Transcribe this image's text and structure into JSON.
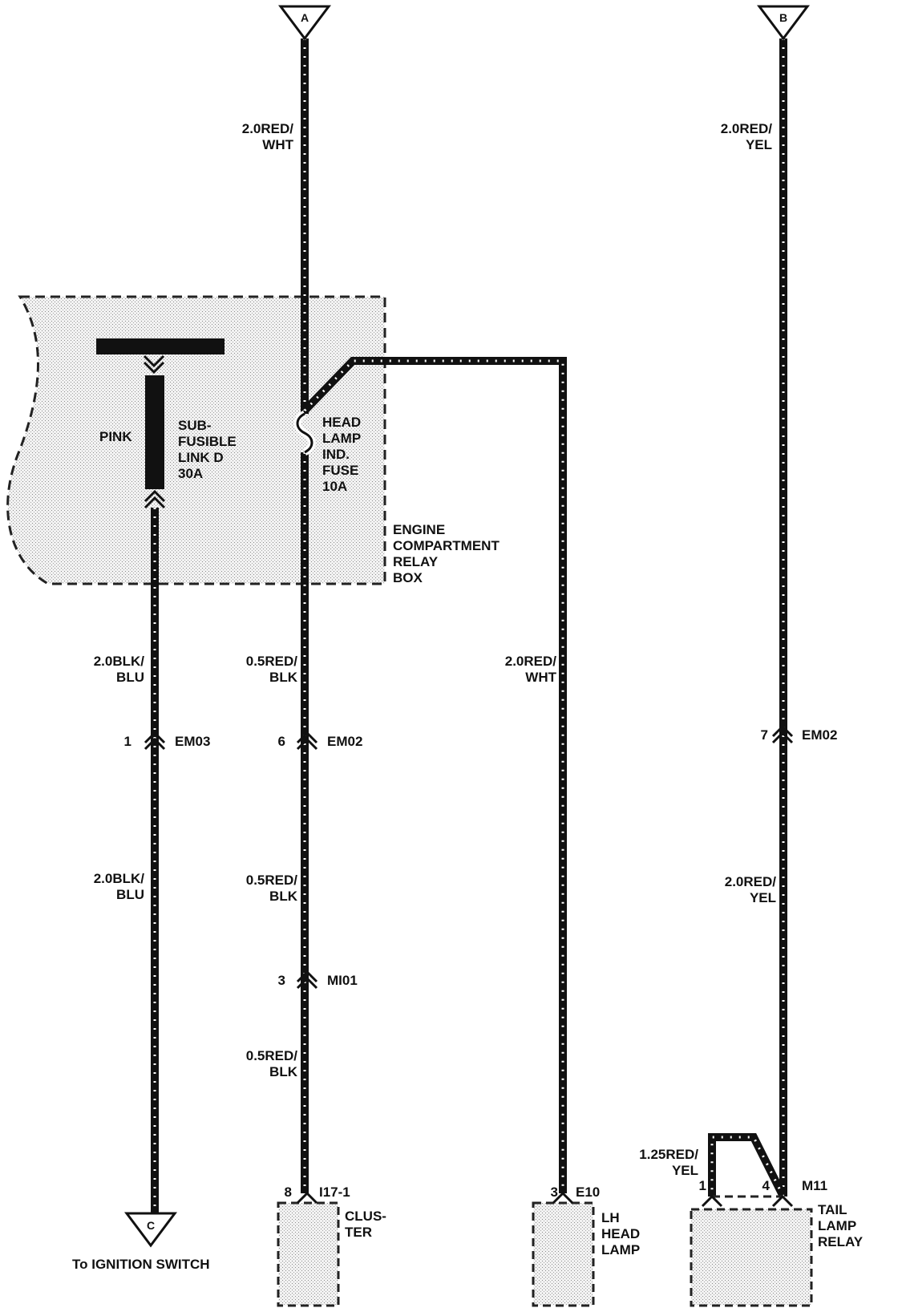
{
  "connectors": {
    "a": "A",
    "b": "B",
    "c": "C",
    "c_caption": "To IGNITION SWITCH"
  },
  "relay_box": {
    "name_lines": [
      "ENGINE",
      "COMPARTMENT",
      "RELAY",
      "BOX"
    ],
    "fusible_color": "PINK",
    "fusible_lines": [
      "SUB-",
      "FUSIBLE",
      "LINK D",
      "30A"
    ],
    "fuse_lines": [
      "HEAD",
      "LAMP",
      "IND.",
      "FUSE",
      "10A"
    ]
  },
  "wires": {
    "a_top": [
      "2.0RED/",
      "WHT"
    ],
    "b_top": [
      "2.0RED/",
      "YEL"
    ],
    "c_upper": [
      "2.0BLK/",
      "BLU"
    ],
    "c_lower": [
      "2.0BLK/",
      "BLU"
    ],
    "cl_upper": [
      "0.5RED/",
      "BLK"
    ],
    "cl_mid": [
      "0.5RED/",
      "BLK"
    ],
    "cl_lower": [
      "0.5RED/",
      "BLK"
    ],
    "lh": [
      "2.0RED/",
      "WHT"
    ],
    "b_lower": [
      "2.0RED/",
      "YEL"
    ],
    "relay_jumper": [
      "1.25RED/",
      "YEL"
    ]
  },
  "splices": {
    "em03": {
      "pin": "1",
      "name": "EM03"
    },
    "em02_left": {
      "pin": "6",
      "name": "EM02"
    },
    "mi01": {
      "pin": "3",
      "name": "MI01"
    },
    "em02_right": {
      "pin": "7",
      "name": "EM02"
    }
  },
  "components": {
    "cluster": {
      "pin": "8",
      "conn": "I17-1",
      "lines": [
        "CLUS-",
        "TER"
      ]
    },
    "lh_head_lamp": {
      "pin": "3",
      "conn": "E10",
      "lines": [
        "LH",
        "HEAD",
        "LAMP"
      ]
    },
    "tail_lamp_relay": {
      "pin1": "1",
      "pin4": "4",
      "conn": "M11",
      "lines": [
        "TAIL",
        "LAMP",
        "RELAY"
      ]
    }
  }
}
